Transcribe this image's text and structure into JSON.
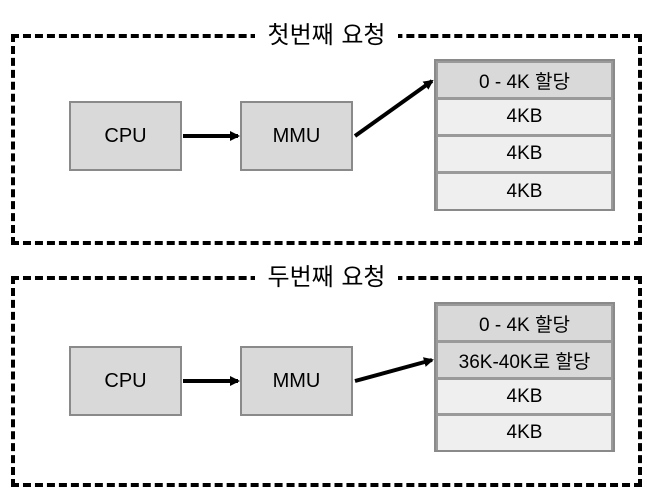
{
  "panels": [
    {
      "title": "첫번째 요청",
      "cpu": "CPU",
      "mmu": "MMU",
      "memory": [
        {
          "label": "0 - 4K 할당",
          "highlight": true
        },
        {
          "label": "4KB",
          "highlight": false
        },
        {
          "label": "4KB",
          "highlight": false
        },
        {
          "label": "4KB",
          "highlight": false
        }
      ]
    },
    {
      "title": "두번째 요청",
      "cpu": "CPU",
      "mmu": "MMU",
      "memory": [
        {
          "label": "0 - 4K 할당",
          "highlight": true
        },
        {
          "label": "36K-40K로 할당",
          "highlight": true
        },
        {
          "label": "4KB",
          "highlight": false
        },
        {
          "label": "4KB",
          "highlight": false
        }
      ]
    }
  ],
  "colors": {
    "box_fill": "#d9d9d9",
    "cell_fill": "#efefef",
    "border": "#8a8a8a",
    "line": "#000000"
  }
}
